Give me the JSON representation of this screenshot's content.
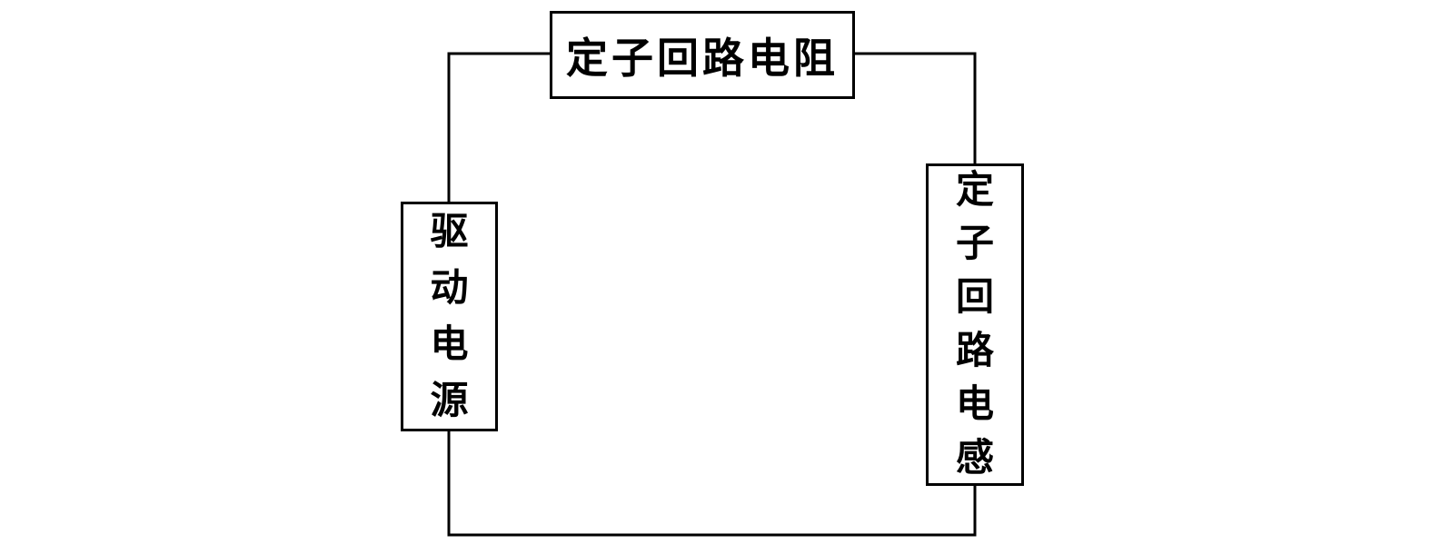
{
  "diagram": {
    "type": "block-circuit-diagram",
    "nodes": {
      "top": {
        "label": "定子回路电阻"
      },
      "left": {
        "label": "驱动电源"
      },
      "right": {
        "label": "定子回路电感"
      }
    },
    "connections": [
      {
        "from": "left",
        "to": "top"
      },
      {
        "from": "top",
        "to": "right"
      },
      {
        "from": "left",
        "to": "right",
        "via": "bottom"
      }
    ],
    "colors": {
      "stroke": "#000000",
      "background": "#ffffff"
    }
  }
}
